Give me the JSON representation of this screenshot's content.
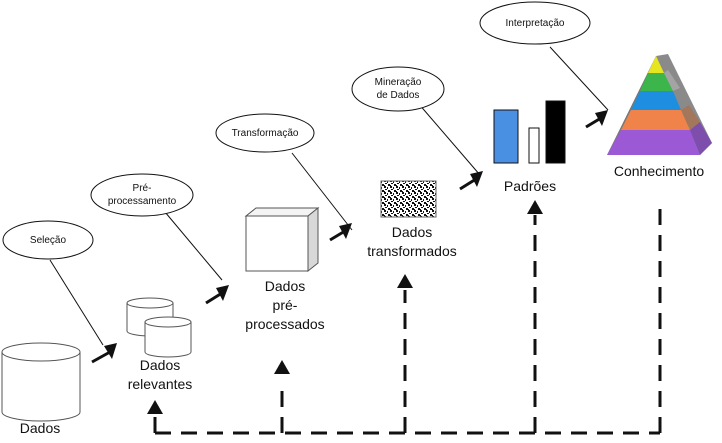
{
  "stages": {
    "dados": "Dados",
    "dados_relevantes_1": "Dados",
    "dados_relevantes_2": "relevantes",
    "preprocessados_1": "Dados",
    "preprocessados_2": "pré-",
    "preprocessados_3": "processados",
    "transformados_1": "Dados",
    "transformados_2": "transformados",
    "padroes": "Padrões",
    "conhecimento": "Conhecimento"
  },
  "steps": {
    "selecao": "Seleção",
    "preprocessamento_1": "Pré-",
    "preprocessamento_2": "processamento",
    "transformacao": "Transformação",
    "mineracao_1": "Mineração",
    "mineracao_2": "de Dados",
    "interpretacao": "Interpretação"
  },
  "colors": {
    "bar_blue": "#4a90e2",
    "pyramid_yellow": "#e6e620",
    "pyramid_green": "#3cb54a",
    "pyramid_blue": "#1e8fe0",
    "pyramid_orange": "#f0834a",
    "pyramid_purple": "#9b59d6"
  }
}
